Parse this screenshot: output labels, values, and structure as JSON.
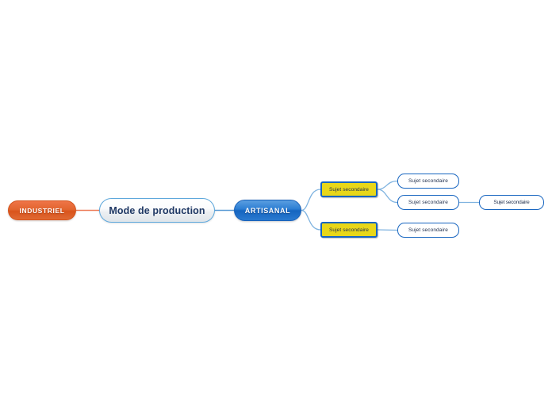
{
  "diagram": {
    "type": "mind-map",
    "background_color": "#ffffff",
    "title_node": "Mode de production",
    "colors": {
      "root_border": "#5ea8dc",
      "root_text": "#1f3864",
      "branch_orange": "#e2652f",
      "branch_blue": "#2e7fd4",
      "secondary_yellow": "#e8d719",
      "node_border_blue": "#1765c0",
      "connector_blue": "#5b9bd5",
      "connector_orange": "#ed7d5a"
    },
    "nodes": {
      "root": {
        "label": "Mode de production"
      },
      "branch_left": {
        "label": "INDUSTRIEL"
      },
      "branch_right": {
        "label": "ARTISANAL"
      },
      "yellow_1": {
        "label": "Sujet secondaire"
      },
      "yellow_2": {
        "label": "Sujet secondaire"
      },
      "white_1": {
        "label": "Sujet secondaire"
      },
      "white_2": {
        "label": "Sujet secondaire"
      },
      "white_3": {
        "label": "Sujet secondaire"
      },
      "white_4": {
        "label": "Sujet secondaire"
      }
    }
  }
}
